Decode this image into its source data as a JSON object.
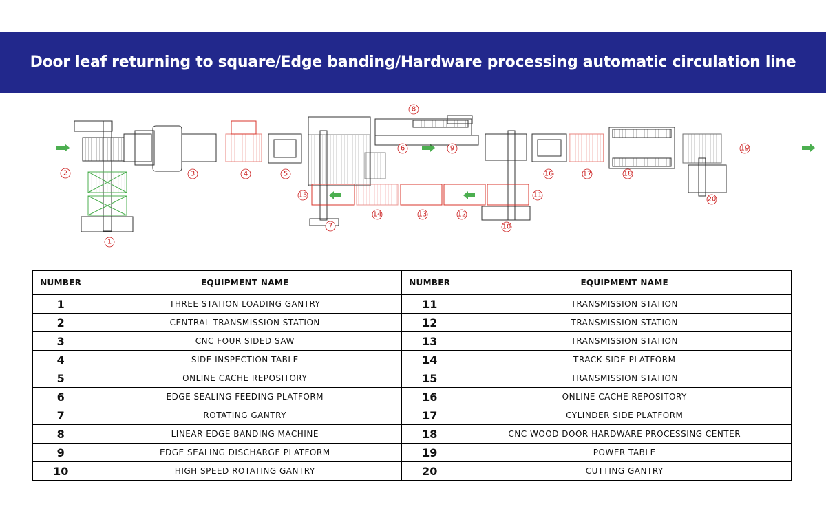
{
  "title": "Door leaf returning to square/Edge banding/Hardware processing automatic circulation line",
  "colors": {
    "banner": "#22288c",
    "callout": "#cc1f1f",
    "arrow": "#4caf50",
    "machine_red": "#d9342b",
    "line": "#333333"
  },
  "layout_labels": [
    "1",
    "2",
    "3",
    "4",
    "5",
    "6",
    "7",
    "8",
    "9",
    "10",
    "11",
    "12",
    "13",
    "14",
    "15",
    "16",
    "17",
    "18",
    "19",
    "20"
  ],
  "table": {
    "headers": {
      "number": "NUMBER",
      "name": "EQUIPMENT NAME"
    },
    "rows": [
      {
        "left_num": "1",
        "left_name": "THREE STATION LOADING GANTRY",
        "right_num": "11",
        "right_name": "TRANSMISSION STATION"
      },
      {
        "left_num": "2",
        "left_name": "CENTRAL TRANSMISSION STATION",
        "right_num": "12",
        "right_name": "TRANSMISSION STATION"
      },
      {
        "left_num": "3",
        "left_name": "CNC FOUR SIDED SAW",
        "right_num": "13",
        "right_name": "TRANSMISSION STATION"
      },
      {
        "left_num": "4",
        "left_name": "SIDE INSPECTION TABLE",
        "right_num": "14",
        "right_name": "TRACK SIDE PLATFORM"
      },
      {
        "left_num": "5",
        "left_name": "ONLINE CACHE REPOSITORY",
        "right_num": "15",
        "right_name": "TRANSMISSION STATION"
      },
      {
        "left_num": "6",
        "left_name": "EDGE SEALING FEEDING PLATFORM",
        "right_num": "16",
        "right_name": "ONLINE CACHE REPOSITORY"
      },
      {
        "left_num": "7",
        "left_name": "ROTATING GANTRY",
        "right_num": "17",
        "right_name": "CYLINDER SIDE PLATFORM"
      },
      {
        "left_num": "8",
        "left_name": "LINEAR EDGE BANDING MACHINE",
        "right_num": "18",
        "right_name": "CNC WOOD DOOR HARDWARE PROCESSING CENTER"
      },
      {
        "left_num": "9",
        "left_name": "EDGE SEALING DISCHARGE PLATFORM",
        "right_num": "19",
        "right_name": "POWER TABLE"
      },
      {
        "left_num": "10",
        "left_name": "HIGH SPEED ROTATING GANTRY",
        "right_num": "20",
        "right_name": "CUTTING GANTRY"
      }
    ]
  }
}
